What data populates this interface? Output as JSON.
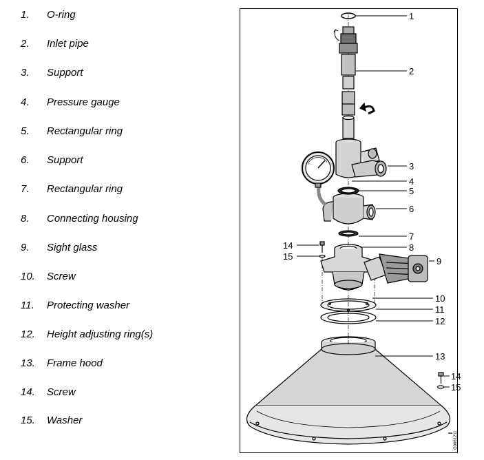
{
  "legend": [
    {
      "num": "1.",
      "label": "O-ring"
    },
    {
      "num": "2.",
      "label": "Inlet pipe"
    },
    {
      "num": "3.",
      "label": "Support"
    },
    {
      "num": "4.",
      "label": "Pressure gauge"
    },
    {
      "num": "5.",
      "label": "Rectangular ring"
    },
    {
      "num": "6.",
      "label": "Support"
    },
    {
      "num": "7.",
      "label": "Rectangular ring"
    },
    {
      "num": "8.",
      "label": "Connecting housing"
    },
    {
      "num": "9.",
      "label": "Sight glass"
    },
    {
      "num": "10.",
      "label": "Screw"
    },
    {
      "num": "11.",
      "label": "Protecting washer"
    },
    {
      "num": "12.",
      "label": "Height adjusting ring(s)"
    },
    {
      "num": "13.",
      "label": "Frame hood"
    },
    {
      "num": "14.",
      "label": "Screw"
    },
    {
      "num": "15.",
      "label": "Washer"
    }
  ],
  "callouts": [
    "1",
    "2",
    "3",
    "4",
    "5",
    "6",
    "7",
    "14",
    "8",
    "15",
    "9",
    "10",
    "11",
    "12",
    "13",
    "14",
    "15"
  ],
  "drawing_code": "G0661211"
}
